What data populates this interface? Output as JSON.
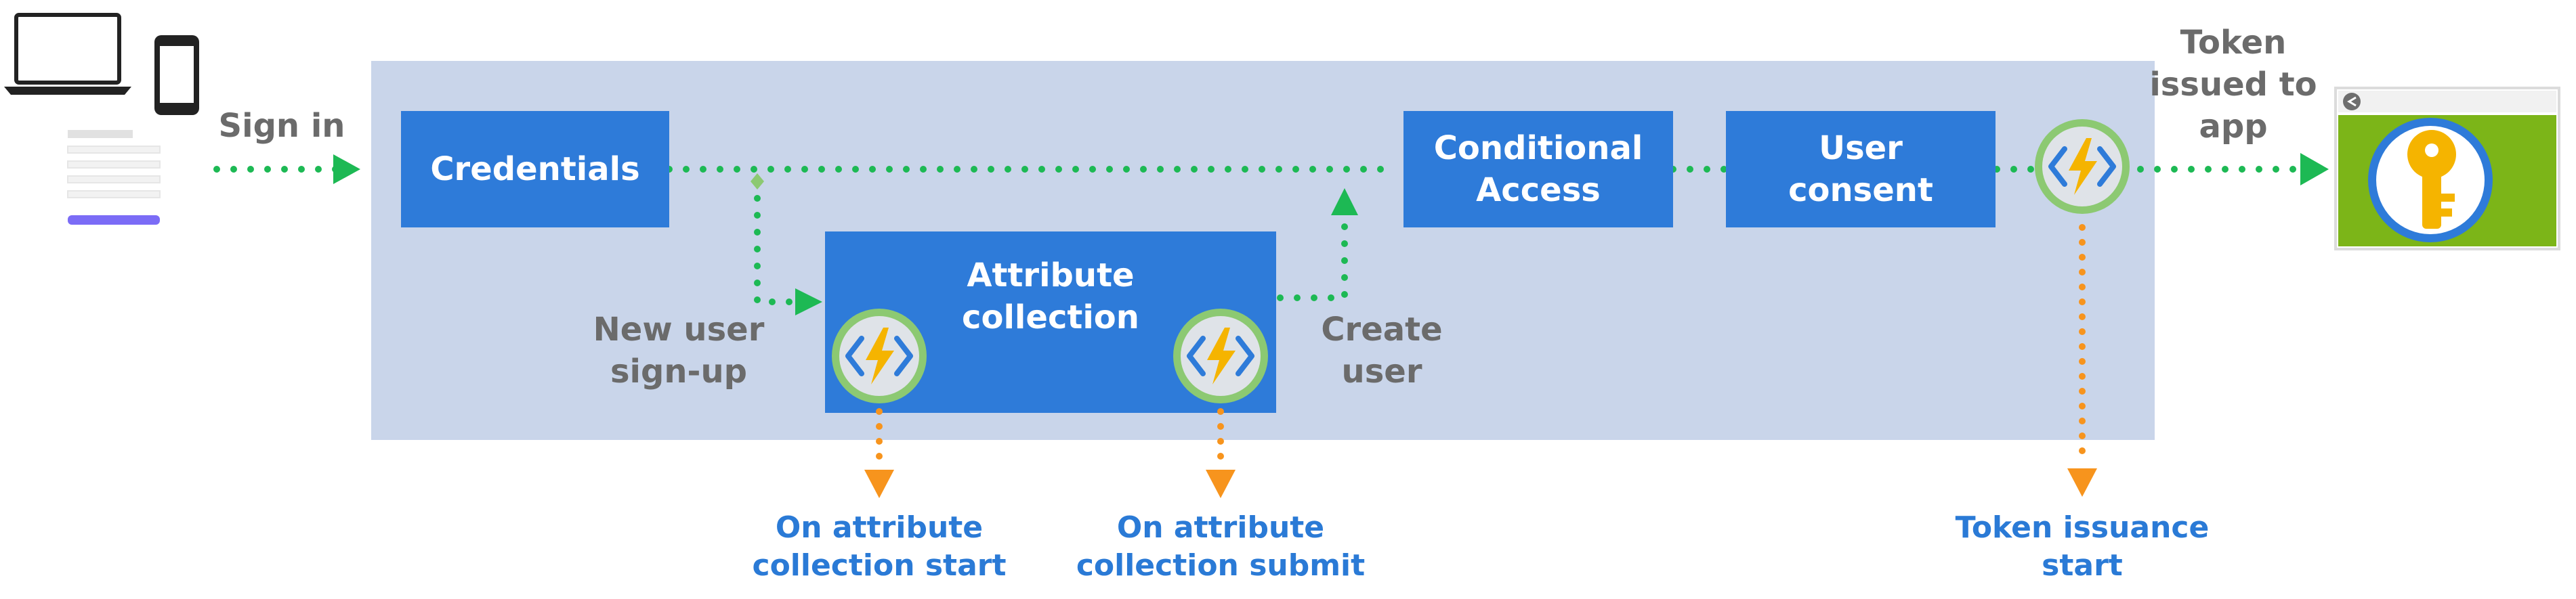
{
  "flow": {
    "sign_in": "Sign in",
    "credentials": "Credentials",
    "attribute_collection_1": "Attribute",
    "attribute_collection_2": "collection",
    "conditional_access_1": "Conditional",
    "conditional_access_2": "Access",
    "user_consent_1": "User",
    "user_consent_2": "consent",
    "new_user_1": "New user",
    "new_user_2": "sign-up",
    "create_user_1": "Create",
    "create_user_2": "user",
    "token_issued_1": "Token",
    "token_issued_2": "issued to",
    "token_issued_3": "app"
  },
  "events": {
    "attr_start_1": "On attribute",
    "attr_start_2": "collection start",
    "attr_submit_1": "On attribute",
    "attr_submit_2": "collection submit",
    "token_start_1": "Token issuance",
    "token_start_2": "start"
  },
  "icons": {
    "devices": "laptop-and-phone-icon",
    "form": "sign-in-form-icon",
    "function": "azure-function-icon",
    "app": "app-key-icon"
  },
  "colors": {
    "panel": "#c9d5ea",
    "step_box": "#2e7bd9",
    "flow_line": "#1db954",
    "event_line": "#f7941d",
    "event_text": "#2a7ad6",
    "label_text": "#6b6b6b",
    "app_green": "#7cb518"
  }
}
